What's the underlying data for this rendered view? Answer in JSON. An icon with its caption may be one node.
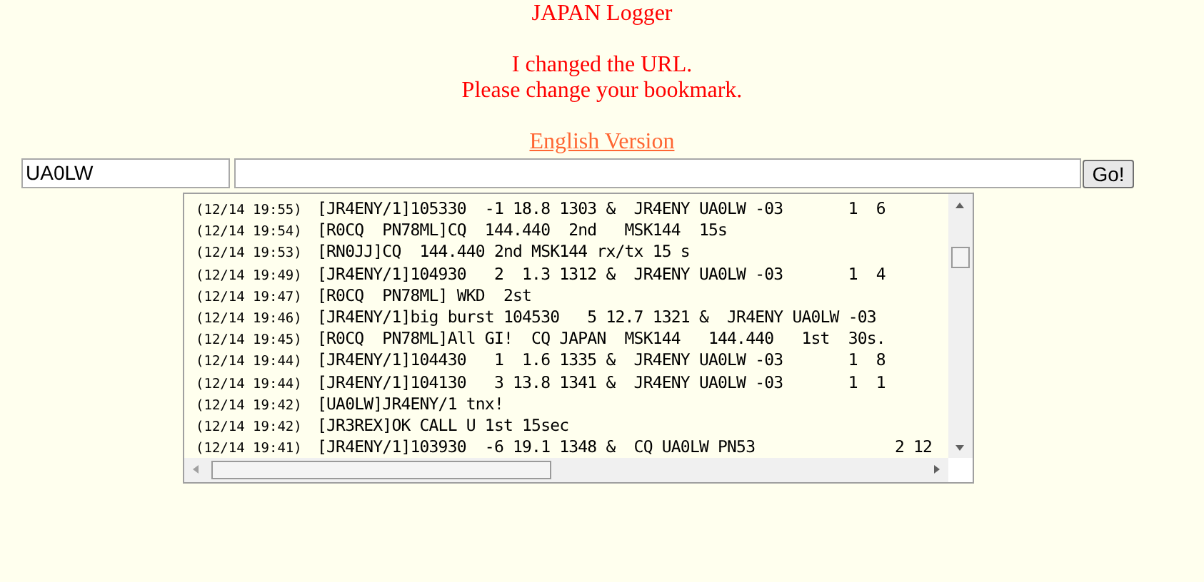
{
  "diagram": {
    "title": "JAPAN Logger",
    "labels": [
      "I changed the URL.",
      "Please change your bookmark.",
      "English Version",
      "UA0LW",
      "Go!",
      "(12/14 19:55)",
      "[JR4ENY/1]105330  -1 18.8 1303 &  JR4ENY UA0LW -03       1  6",
      "(12/14 19:54)",
      "[R0CQ  PN78ML]CQ  144.440  2nd   MSK144  15s",
      "(12/14 19:53)",
      "[RN0JJ]CQ  144.440 2nd MSK144 rx/tx 15 s",
      "(12/14 19:49)",
      "[JR4ENY/1]104930   2  1.3 1312 &  JR4ENY UA0LW -03       1  4",
      "(12/14 19:47)",
      "[R0CQ  PN78ML] WKD  2st",
      "(12/14 19:46)",
      "[JR4ENY/1]big burst 104530   5 12.7 1321 &  JR4ENY UA0LW -03",
      "(12/14 19:45)",
      "[R0CQ  PN78ML]All GI!  CQ JAPAN  MSK144   144.440   1st  30s.",
      "(12/14 19:44)",
      "[JR4ENY/1]104430   1  1.6 1335 &  JR4ENY UA0LW -03       1  8",
      "(12/14 19:44)",
      "[JR4ENY/1]104130   3 13.8 1341 &  JR4ENY UA0LW -03       1  1",
      "(12/14 19:42)",
      "[UA0LW]JR4ENY/1 tnx!",
      "(12/14 19:42)",
      "[JR3REX]OK CALL U 1st 15sec",
      "(12/14 19:41)",
      "[JR4ENY/1]103930  -6 19.1 1348 &  CQ UA0LW PN53               2 12"
    ]
  }
}
